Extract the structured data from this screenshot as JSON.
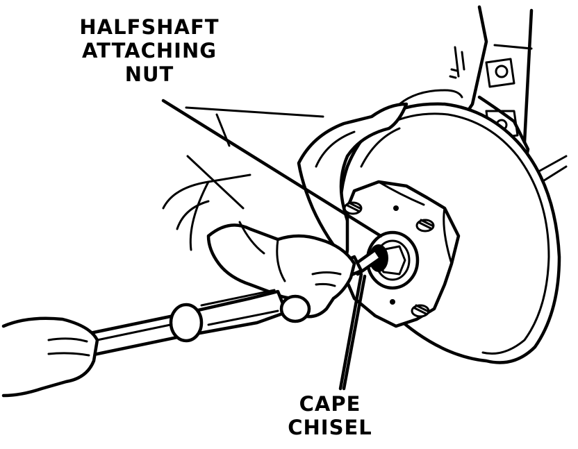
{
  "labels": {
    "halfshaft_nut": [
      "HALFSHAFT",
      "ATTACHING",
      "NUT"
    ],
    "cape_chisel": [
      "CAPE",
      "CHISEL"
    ]
  },
  "colors": {
    "ink": "#000000",
    "paper": "#ffffff"
  }
}
